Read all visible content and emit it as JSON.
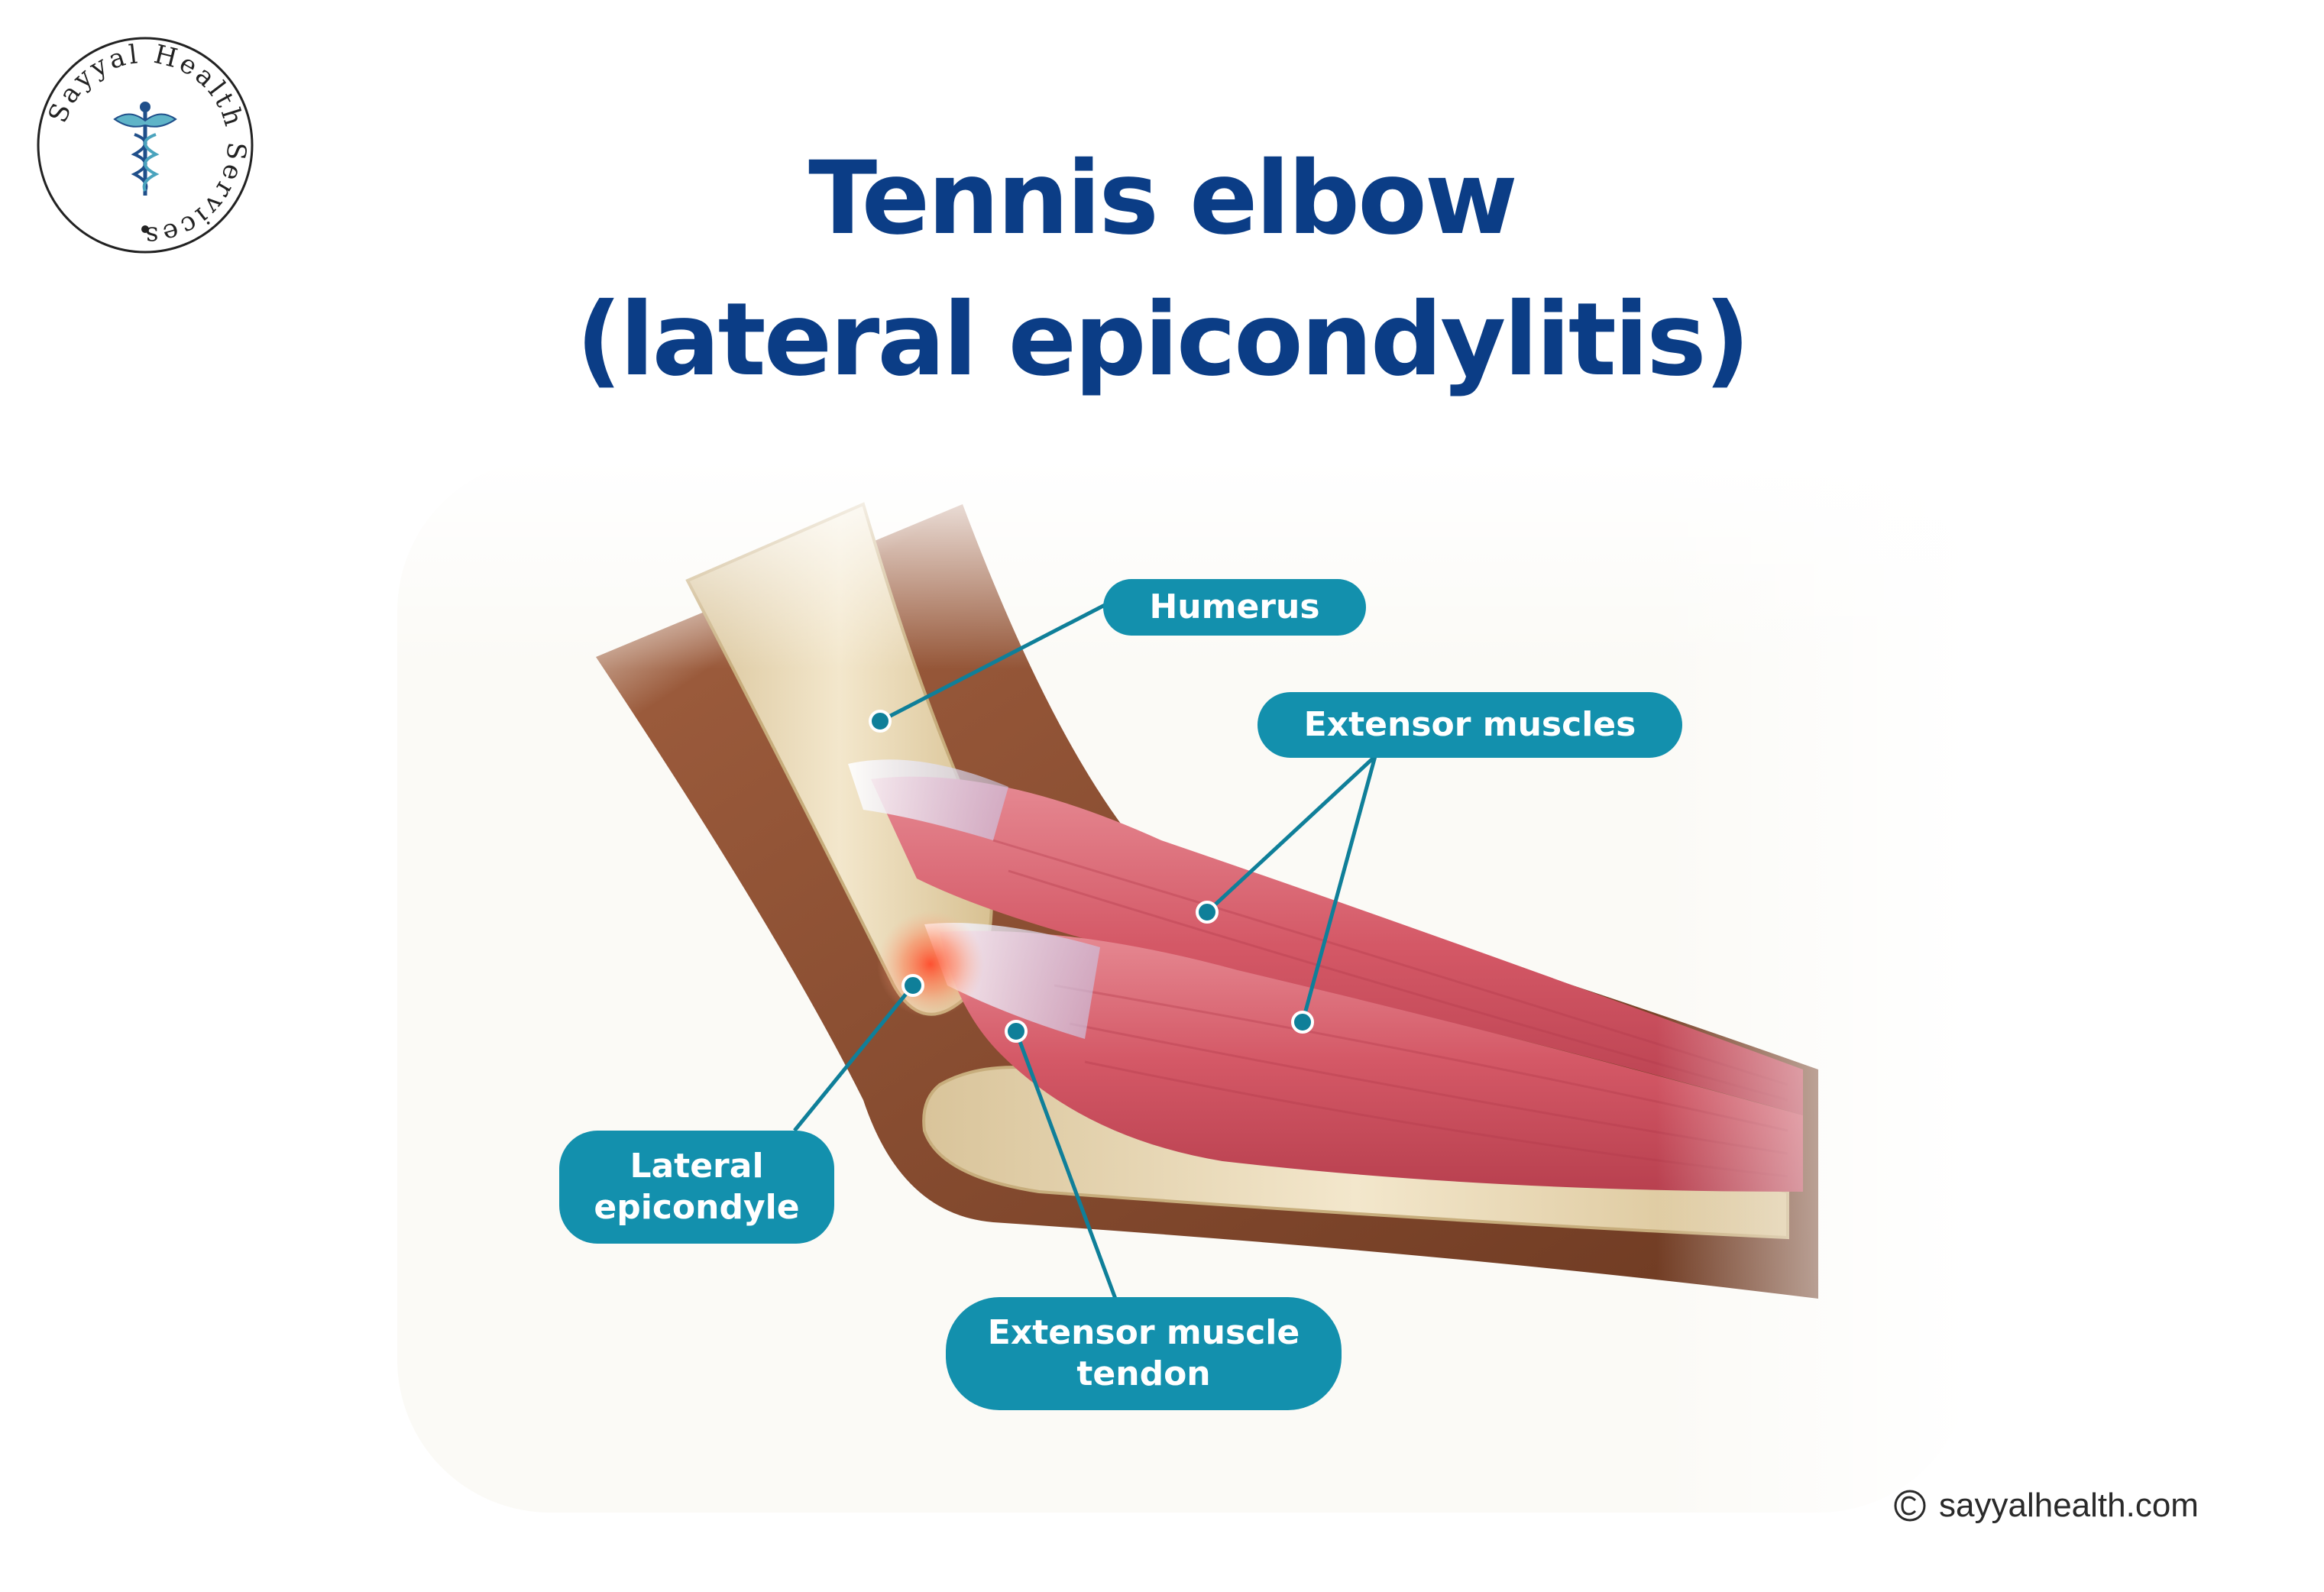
{
  "title": {
    "line1": "Tennis elbow",
    "line2": "(lateral epicondylitis)"
  },
  "logo": {
    "text": "Sayyal Health Services",
    "icon": "caduceus-icon"
  },
  "labels": {
    "humerus": "Humerus",
    "extensor_muscles": "Extensor muscles",
    "lateral_epicondyle_line1": "Lateral",
    "lateral_epicondyle_line2": "epicondyle",
    "tendon_line1": "Extensor muscle",
    "tendon_line2": "tendon"
  },
  "credit": {
    "icon": "copyright-icon",
    "text": "sayyalhealth.com"
  },
  "colors": {
    "title": "#0b3d86",
    "label_fill": "#1390ad",
    "label_text": "#ffffff",
    "muscle": "#d9606e",
    "bone": "#ead9b6",
    "skin": "#8a4a2e",
    "inflammation": "#ff5a3c"
  }
}
